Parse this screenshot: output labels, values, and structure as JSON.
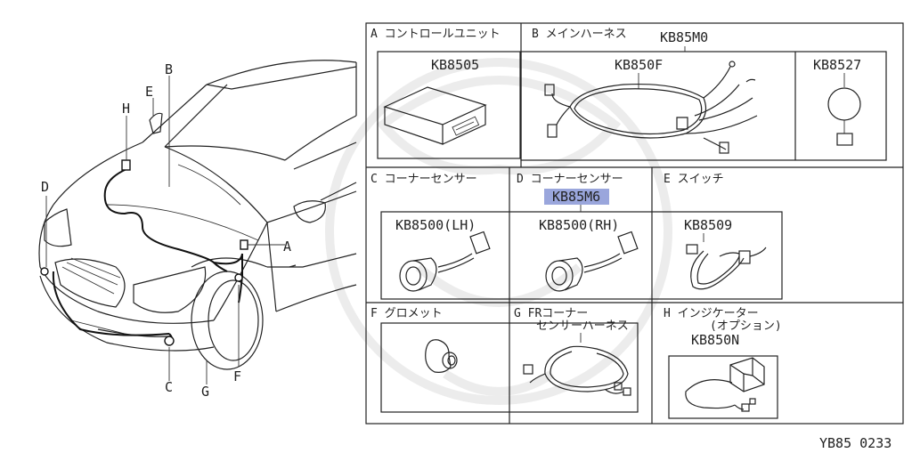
{
  "footer_code": "YB85 0233",
  "highlight_color": "#9aa6dc",
  "car_labels": {
    "a": "A",
    "b": "B",
    "c": "C",
    "d": "D",
    "e": "E",
    "f": "F",
    "g": "G",
    "h": "H"
  },
  "sections": {
    "a": {
      "title": "A コントロールユニット",
      "part": "KB8505"
    },
    "b": {
      "title": "B メインハーネス",
      "group_part": "KB85M0",
      "part": "KB850F",
      "sub_part": "KB8527"
    },
    "c": {
      "title": "C コーナーセンサー",
      "part": "KB8500(LH)"
    },
    "d": {
      "title": "D コーナーセンサー",
      "group_part": "KB85M6",
      "part": "KB8500(RH)"
    },
    "e": {
      "title": "E スイッチ",
      "part": "KB8509"
    },
    "f": {
      "title": "F グロメット"
    },
    "g": {
      "title_line1": "G  FRコーナー",
      "title_line2": "センサーハーネス"
    },
    "h": {
      "title_line1": "H インジケーター",
      "title_line2": "(オプション)",
      "part": "KB850N"
    }
  }
}
